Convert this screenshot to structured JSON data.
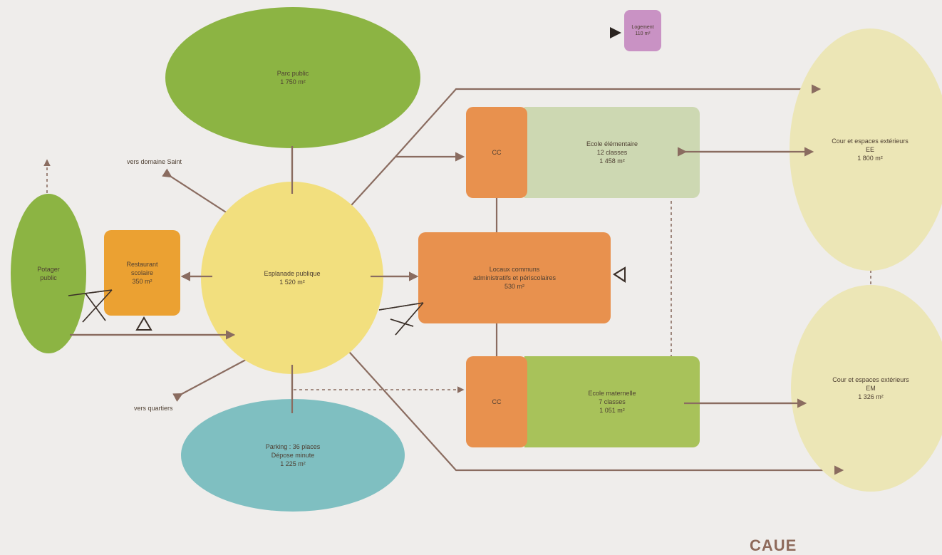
{
  "nodes": {
    "logement": {
      "line1": "Logement",
      "line2": "110 m²"
    },
    "parc": {
      "line1": "Parc public",
      "line2": "1 750 m²"
    },
    "esplanade": {
      "line1": "Esplanade publique",
      "line2": "1 520 m²"
    },
    "potager": {
      "line1": "Potager",
      "line2": "public"
    },
    "restaurant": {
      "line1": "Restaurant",
      "line2": "scolaire",
      "line3": "350 m²"
    },
    "locaux": {
      "line1": "Locaux communs",
      "line2": "administratifs et périscolaires",
      "line3": "530 m²"
    },
    "parking": {
      "line1": "Parking : 36 places",
      "line2": "Dépose minute",
      "line3": "1 225 m²"
    },
    "elem_cl": {
      "line1": "CC"
    },
    "elem": {
      "line1": "Ecole élémentaire",
      "line2": "12 classes",
      "line3": "1 458 m²"
    },
    "mat_cl": {
      "line1": "CC"
    },
    "mat": {
      "line1": "Ecole maternelle",
      "line2": "7 classes",
      "line3": "1 051 m²"
    },
    "cour_ee": {
      "line1": "Cour et espaces extérieurs",
      "line2": "EE",
      "line3": "1 800 m²"
    },
    "cour_em": {
      "line1": "Cour et espaces extérieurs",
      "line2": "EM",
      "line3": "1 326 m²"
    }
  },
  "labels": {
    "domaine": "vers domaine Saint",
    "quartiers": "vers quartiers"
  },
  "logo": "CAUE",
  "colors": {
    "background": "#efedeb",
    "green_dark": "#8cb443",
    "yellow": "#f2df7e",
    "orange": "#e8914e",
    "orange_dark": "#eba132",
    "teal": "#7fbfc1",
    "pale_green": "#cdd8b2",
    "mid_green": "#a8c25a",
    "pale_yellow": "#ece6b6",
    "purple": "#c992c4",
    "line": "#8a6c60"
  }
}
